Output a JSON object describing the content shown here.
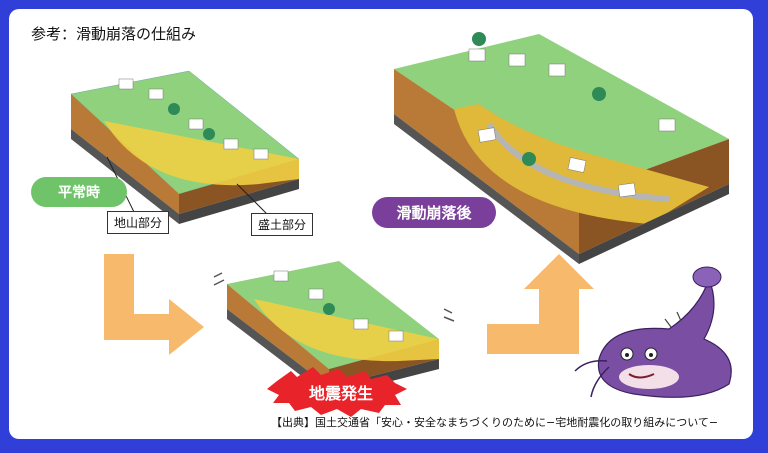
{
  "title": "参考：滑動崩落の仕組み",
  "labels": {
    "normal": "平常時",
    "ground": "地山部分",
    "fill": "盛土部分",
    "quake": "地震発生",
    "after": "滑動崩落後"
  },
  "source": "【出典】国土交通省「安心・安全なまちづくりのために−宅地耐震化の取り組みについて−",
  "colors": {
    "frame": "#2f3fd8",
    "normal_pill": "#6fc46a",
    "after_pill": "#7a3f9b",
    "quake_burst": "#e8232a",
    "arrow": "#f7b96b",
    "soil": "#a86a2a",
    "fill_soil": "#f0cf45"
  },
  "icons": [
    "catfish-mascot-icon",
    "house-icon",
    "tree-icon"
  ]
}
